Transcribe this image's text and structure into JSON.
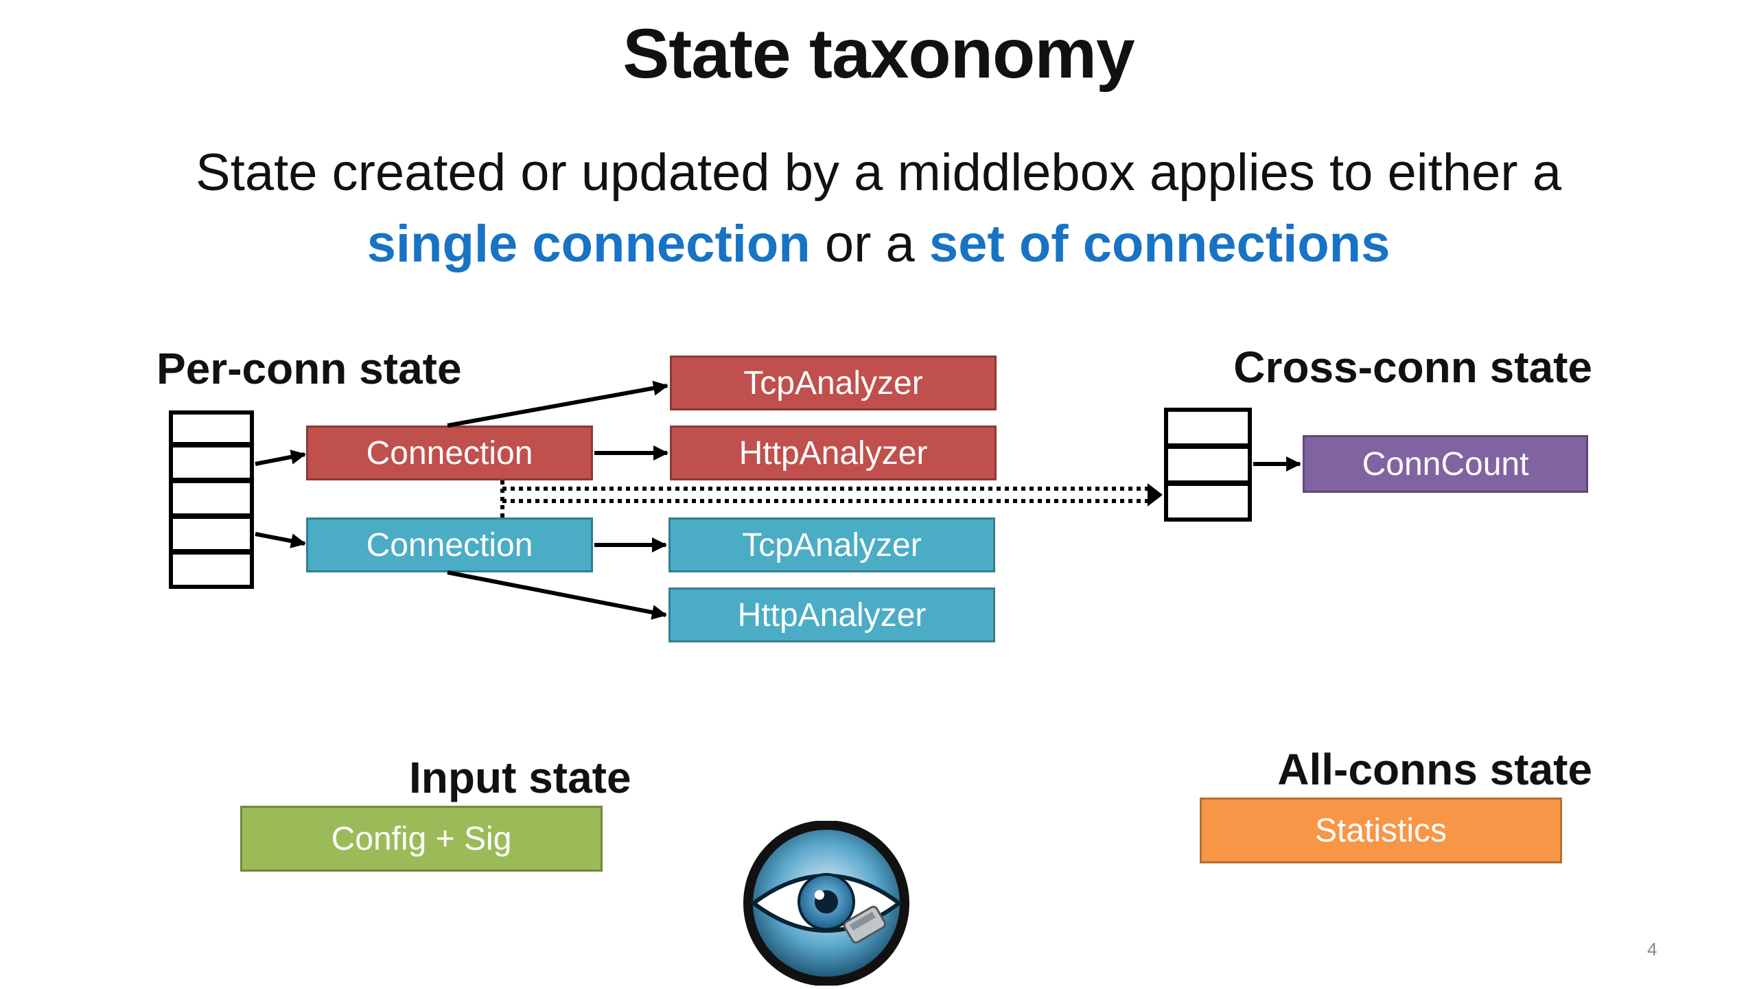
{
  "title": "State taxonomy",
  "subtitle": {
    "line1": "State created or updated by a middlebox applies to either a",
    "hl1": "single connection",
    "mid": " or a ",
    "hl2": "set of connections"
  },
  "labels": {
    "per_conn": "Per-conn state",
    "cross_conn": "Cross-conn state",
    "input": "Input state",
    "all_conns": "All-conns state"
  },
  "boxes": {
    "conn_red": "Connection",
    "tcp_red": "TcpAnalyzer",
    "http_red": "HttpAnalyzer",
    "conn_blue": "Connection",
    "tcp_blue": "TcpAnalyzer",
    "http_blue": "HttpAnalyzer",
    "conncount": "ConnCount",
    "config": "Config + Sig",
    "statistics": "Statistics"
  },
  "page_number": "4",
  "colors": {
    "highlight": "#1873c5",
    "red": "#c0504d",
    "blue": "#4bacc6",
    "purple": "#8064a2",
    "green": "#9bbb59",
    "orange": "#f79646"
  },
  "icons": {
    "logo": "eye-logo-icon"
  }
}
